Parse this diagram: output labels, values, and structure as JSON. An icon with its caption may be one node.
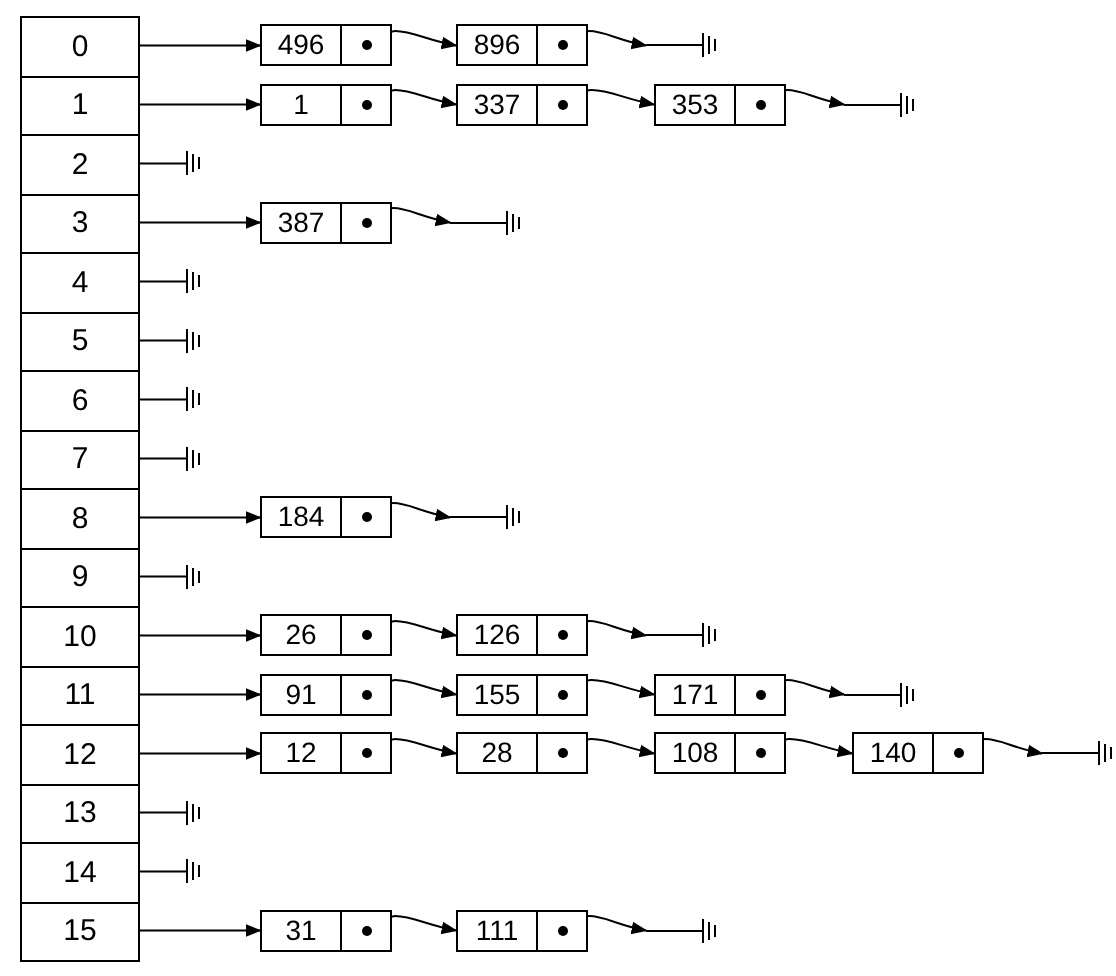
{
  "diagram": {
    "nodes": [
      {
        "text": [
          "0"
        ]
      },
      {
        "text": [
          "1"
        ]
      },
      {
        "text": [
          "2"
        ]
      },
      {
        "text": [
          "3"
        ]
      },
      {
        "text": [
          "4"
        ]
      },
      {
        "text": [
          "5"
        ]
      },
      {
        "text": [
          "6"
        ]
      },
      {
        "text": [
          "7"
        ]
      },
      {
        "text": [
          "8"
        ]
      },
      {
        "text": [
          "9"
        ]
      },
      {
        "text": [
          "10"
        ]
      },
      {
        "text": [
          "11"
        ]
      },
      {
        "text": [
          "12"
        ]
      },
      {
        "text": [
          "13"
        ]
      },
      {
        "text": [
          "14"
        ]
      },
      {
        "text": [
          "15"
        ]
      },
      {
        "text": [
          "496"
        ]
      },
      {
        "text": [
          "896"
        ]
      },
      {
        "text": [
          "1"
        ]
      },
      {
        "text": [
          "337"
        ]
      },
      {
        "text": [
          "353"
        ]
      },
      {
        "text": [
          "387"
        ]
      },
      {
        "text": [
          "184"
        ]
      },
      {
        "text": [
          "26"
        ]
      },
      {
        "text": [
          "126"
        ]
      },
      {
        "text": [
          "91"
        ]
      },
      {
        "text": [
          "155"
        ]
      },
      {
        "text": [
          "171"
        ]
      },
      {
        "text": [
          "12"
        ]
      },
      {
        "text": [
          "28"
        ]
      },
      {
        "text": [
          "108"
        ]
      },
      {
        "text": [
          "140"
        ]
      },
      {
        "text": [
          "31"
        ]
      },
      {
        "text": [
          "111"
        ]
      },
      {
        "text": [],
        "shape": "ground"
      },
      {
        "text": [],
        "shape": "ground"
      },
      {
        "text": [],
        "shape": "ground"
      },
      {
        "text": [],
        "shape": "ground"
      },
      {
        "text": [],
        "shape": "ground"
      },
      {
        "text": [],
        "shape": "ground"
      },
      {
        "text": [],
        "shape": "ground"
      },
      {
        "text": [],
        "shape": "ground"
      },
      {
        "text": [],
        "shape": "ground"
      },
      {
        "text": [],
        "shape": "ground"
      },
      {
        "text": [],
        "shape": "ground"
      },
      {
        "text": [],
        "shape": "ground"
      },
      {
        "text": [],
        "shape": "ground"
      },
      {
        "text": [],
        "shape": "ground"
      },
      {
        "text": [],
        "shape": "ground"
      },
      {
        "text": [],
        "shape": "ground"
      }
    ],
    "edges": [
      {
        "from": 0,
        "to": 16,
        "arrow": "to"
      },
      {
        "from": 16,
        "to": 17,
        "arrow": "to"
      },
      {
        "from": 17,
        "to": 34,
        "arrow": "to"
      },
      {
        "from": 1,
        "to": 18,
        "arrow": "to"
      },
      {
        "from": 18,
        "to": 19,
        "arrow": "to"
      },
      {
        "from": 19,
        "to": 20,
        "arrow": "to"
      },
      {
        "from": 20,
        "to": 35,
        "arrow": "to"
      },
      {
        "from": 2,
        "to": 36,
        "arrow": "none"
      },
      {
        "from": 3,
        "to": 21,
        "arrow": "to"
      },
      {
        "from": 21,
        "to": 37,
        "arrow": "to"
      },
      {
        "from": 4,
        "to": 38,
        "arrow": "none"
      },
      {
        "from": 5,
        "to": 39,
        "arrow": "none"
      },
      {
        "from": 6,
        "to": 40,
        "arrow": "none"
      },
      {
        "from": 7,
        "to": 41,
        "arrow": "none"
      },
      {
        "from": 8,
        "to": 22,
        "arrow": "to"
      },
      {
        "from": 22,
        "to": 42,
        "arrow": "to"
      },
      {
        "from": 9,
        "to": 43,
        "arrow": "none"
      },
      {
        "from": 10,
        "to": 23,
        "arrow": "to"
      },
      {
        "from": 23,
        "to": 24,
        "arrow": "to"
      },
      {
        "from": 24,
        "to": 44,
        "arrow": "to"
      },
      {
        "from": 11,
        "to": 25,
        "arrow": "to"
      },
      {
        "from": 25,
        "to": 26,
        "arrow": "to"
      },
      {
        "from": 26,
        "to": 27,
        "arrow": "to"
      },
      {
        "from": 27,
        "to": 45,
        "arrow": "to"
      },
      {
        "from": 12,
        "to": 28,
        "arrow": "to"
      },
      {
        "from": 28,
        "to": 29,
        "arrow": "to"
      },
      {
        "from": 29,
        "to": 30,
        "arrow": "to"
      },
      {
        "from": 30,
        "to": 31,
        "arrow": "to"
      },
      {
        "from": 31,
        "to": 46,
        "arrow": "to"
      },
      {
        "from": 13,
        "to": 47,
        "arrow": "none"
      },
      {
        "from": 14,
        "to": 48,
        "arrow": "none"
      },
      {
        "from": 15,
        "to": 32,
        "arrow": "to"
      },
      {
        "from": 32,
        "to": 33,
        "arrow": "to"
      },
      {
        "from": 33,
        "to": 49,
        "arrow": "to"
      }
    ]
  }
}
